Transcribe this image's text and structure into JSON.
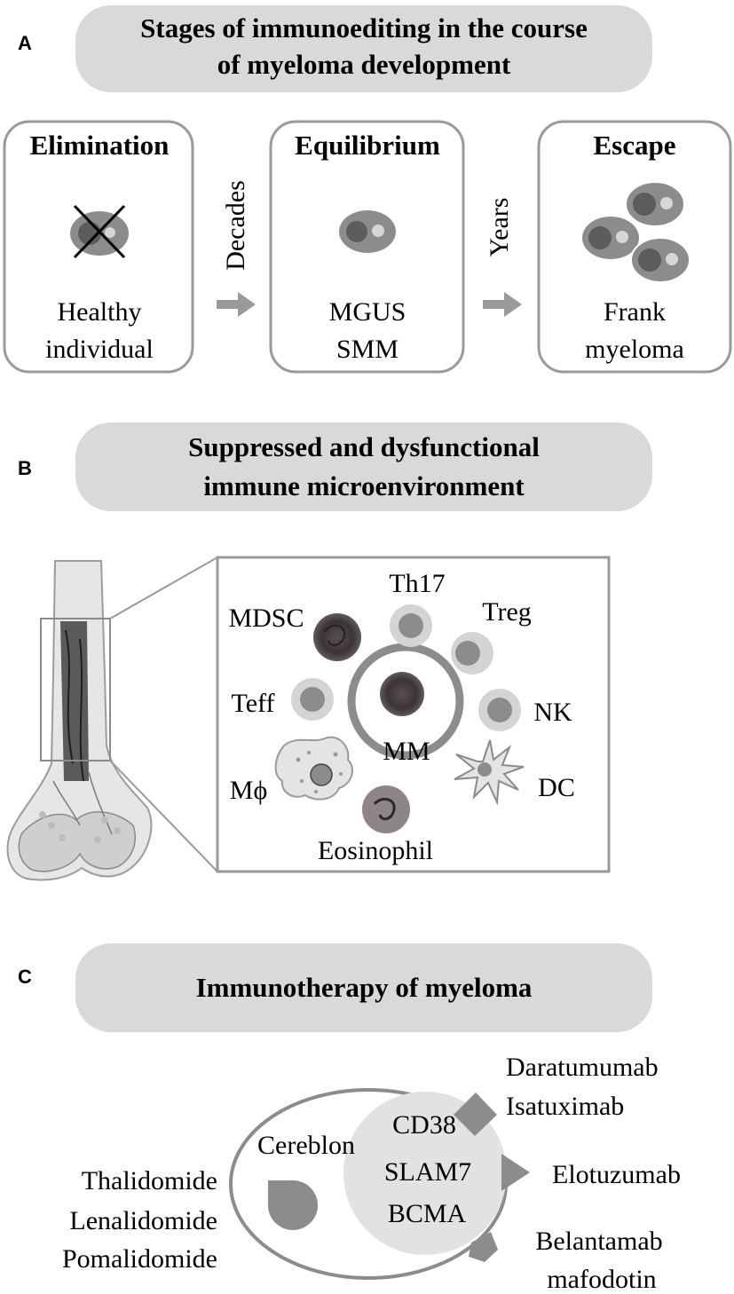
{
  "panels": {
    "a": {
      "letter": "A",
      "title_line1": "Stages of immunoediting in the course",
      "title_line2": "of myeloma development",
      "stages": [
        {
          "title": "Elimination",
          "line1": "Healthy",
          "line2": "individual"
        },
        {
          "title": "Equilibrium",
          "line1": "MGUS",
          "line2": "SMM"
        },
        {
          "title": "Escape",
          "line1": "Frank",
          "line2": "myeloma"
        }
      ],
      "transitions": [
        "Decades",
        "Years"
      ]
    },
    "b": {
      "letter": "B",
      "title_line1": "Suppressed and dysfunctional",
      "title_line2": "immune microenvironment",
      "cells": {
        "mdsc": "MDSC",
        "th17": "Th17",
        "treg": "Treg",
        "teff": "Teff",
        "nk": "NK",
        "mm": "MM",
        "macrophage": "Mϕ",
        "dc": "DC",
        "eosinophil": "Eosinophil"
      }
    },
    "c": {
      "letter": "C",
      "title": "Immunotherapy of myeloma",
      "target_cereblon": "Cereblon",
      "surface_targets": [
        "CD38",
        "SLAM7",
        "BCMA"
      ],
      "imids": [
        "Thalidomide",
        "Lenalidomide",
        "Pomalidomide"
      ],
      "anti_cd38": [
        "Daratumumab",
        "Isatuximab"
      ],
      "anti_slam7": "Elotuzumab",
      "anti_bcma": [
        "Belantamab",
        "mafodotin"
      ]
    }
  },
  "colors": {
    "banner": "#d9d9d9",
    "box_border": "#9a9a9a",
    "cell_gray": "#8c8c8c",
    "light_ring": "#d4d4d4"
  }
}
